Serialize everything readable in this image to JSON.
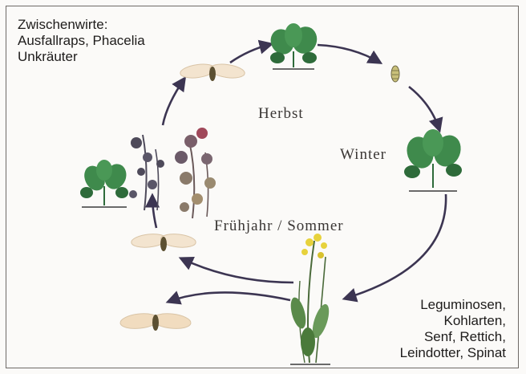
{
  "hosts": {
    "title": "Zwischenwirte:",
    "line1": "Ausfallraps, Phacelia",
    "line2": "Unkräuter"
  },
  "seasons": {
    "autumn": "Herbst",
    "winter": "Winter",
    "spring_summer": "Frühjahr / Sommer"
  },
  "crops": {
    "line1": "Leguminosen,",
    "line2": "Kohlarten,",
    "line3": "Senf, Rettich,",
    "line4": "Leindotter, Spinat"
  },
  "colors": {
    "arrow": "#3c3552",
    "leaf": "#3f8a4c",
    "leaf_dark": "#2e6b3a",
    "wing": "#f3e4cf",
    "body": "#5c5032",
    "flower": "#e7d23c",
    "weed": "#4e4a5a"
  }
}
